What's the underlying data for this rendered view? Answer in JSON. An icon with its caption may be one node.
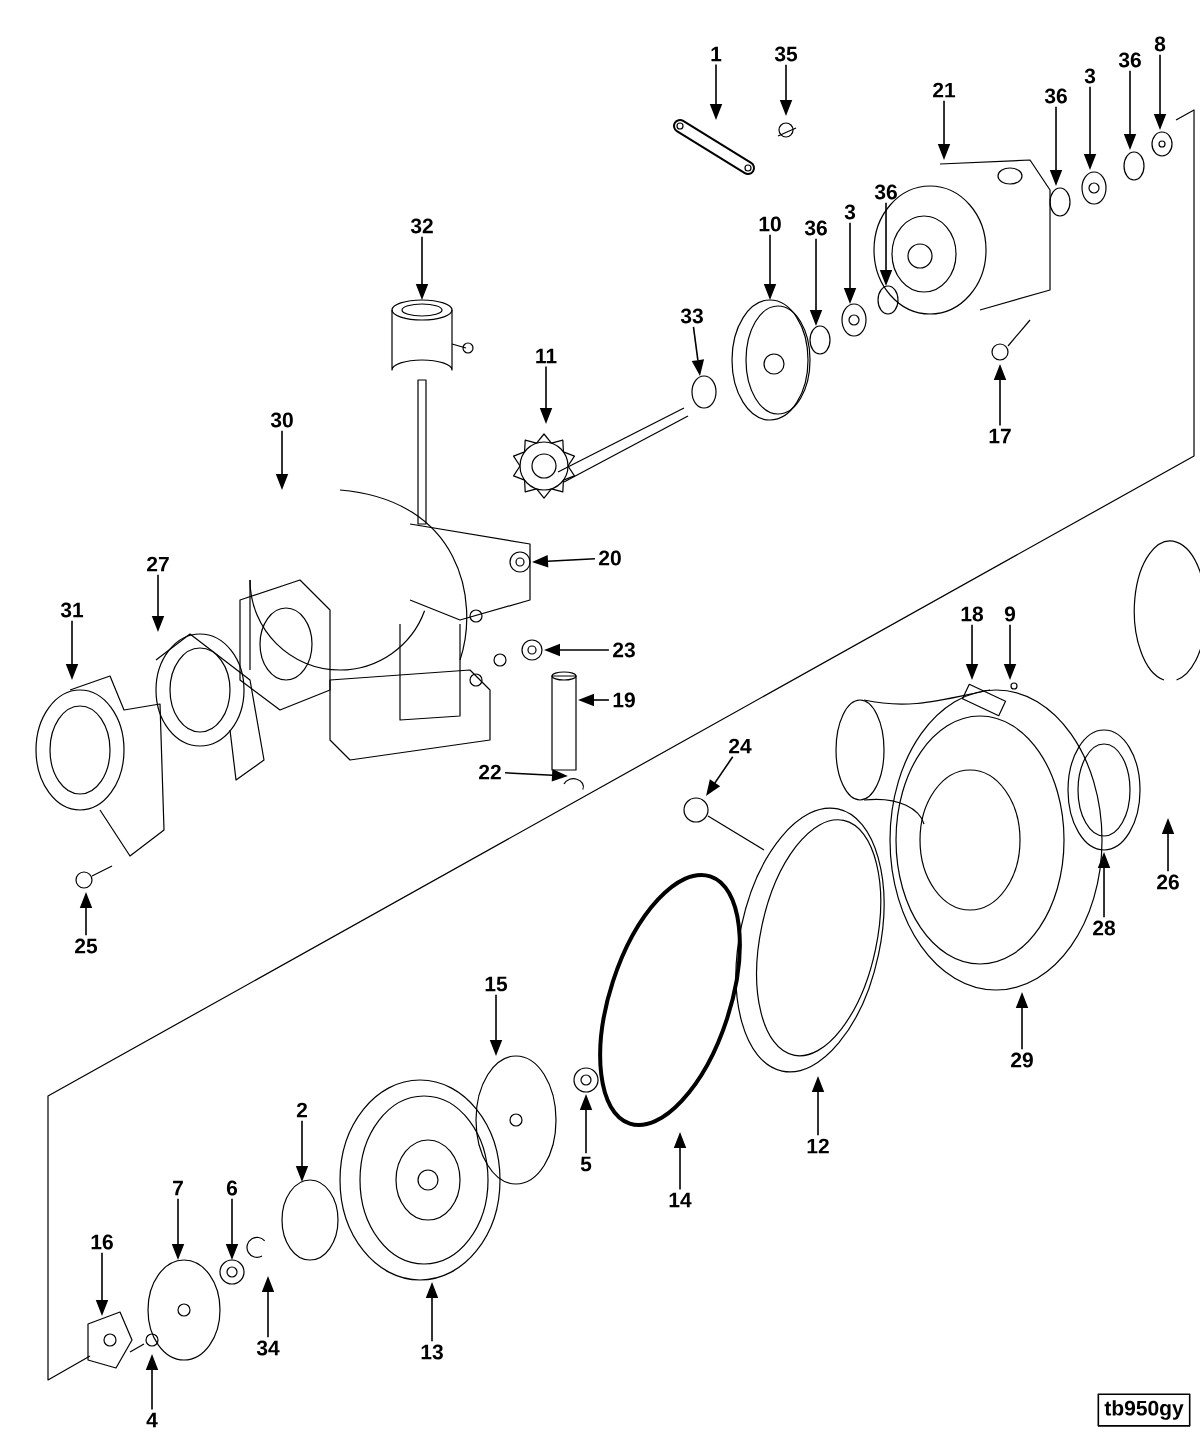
{
  "diagram": {
    "nodes": [
      {
        "text": [
          "1"
        ]
      },
      {
        "text": [
          "35"
        ]
      },
      {
        "text": [
          "21"
        ]
      },
      {
        "text": [
          "36"
        ]
      },
      {
        "text": [
          "3"
        ]
      },
      {
        "text": [
          "36"
        ]
      },
      {
        "text": [
          "8"
        ]
      },
      {
        "text": [
          "10"
        ]
      },
      {
        "text": [
          "36"
        ]
      },
      {
        "text": [
          "3"
        ]
      },
      {
        "text": [
          "36"
        ]
      },
      {
        "text": [
          "33"
        ]
      },
      {
        "text": [
          "17"
        ]
      },
      {
        "text": [
          "32"
        ]
      },
      {
        "text": [
          "11"
        ]
      },
      {
        "text": [
          "30"
        ]
      },
      {
        "text": [
          "20"
        ]
      },
      {
        "text": [
          "31"
        ]
      },
      {
        "text": [
          "27"
        ]
      },
      {
        "text": [
          "23"
        ]
      },
      {
        "text": [
          "19"
        ]
      },
      {
        "text": [
          "22"
        ]
      },
      {
        "text": [
          "25"
        ]
      },
      {
        "text": [
          "18"
        ]
      },
      {
        "text": [
          "9"
        ]
      },
      {
        "text": [
          "24"
        ]
      },
      {
        "text": [
          "28"
        ]
      },
      {
        "text": [
          "26"
        ]
      },
      {
        "text": [
          "29"
        ]
      },
      {
        "text": [
          "15"
        ]
      },
      {
        "text": [
          "5"
        ]
      },
      {
        "text": [
          "12"
        ]
      },
      {
        "text": [
          "14"
        ]
      },
      {
        "text": [
          "2"
        ]
      },
      {
        "text": [
          "7"
        ]
      },
      {
        "text": [
          "6"
        ]
      },
      {
        "text": [
          "16"
        ]
      },
      {
        "text": [
          "34"
        ]
      },
      {
        "text": [
          "13"
        ]
      },
      {
        "text": [
          "4"
        ]
      },
      {
        "text": [
          "tb950gy"
        ]
      }
    ],
    "edges": [
      {
        "from": 0,
        "to": null,
        "arrow": "to"
      },
      {
        "from": 1,
        "to": null,
        "arrow": "to"
      },
      {
        "from": 2,
        "to": null,
        "arrow": "to"
      },
      {
        "from": 3,
        "to": null,
        "arrow": "to"
      },
      {
        "from": 4,
        "to": null,
        "arrow": "to"
      },
      {
        "from": 5,
        "to": null,
        "arrow": "to"
      },
      {
        "from": 6,
        "to": null,
        "arrow": "to"
      },
      {
        "from": 7,
        "to": null,
        "arrow": "to"
      },
      {
        "from": 8,
        "to": null,
        "arrow": "to"
      },
      {
        "from": 9,
        "to": null,
        "arrow": "to"
      },
      {
        "from": 10,
        "to": null,
        "arrow": "to"
      },
      {
        "from": 11,
        "to": null,
        "arrow": "to"
      },
      {
        "from": 12,
        "to": null,
        "arrow": "to"
      },
      {
        "from": 13,
        "to": null,
        "arrow": "to"
      },
      {
        "from": 14,
        "to": null,
        "arrow": "to"
      },
      {
        "from": 15,
        "to": null,
        "arrow": "to"
      },
      {
        "from": 16,
        "to": null,
        "arrow": "to"
      },
      {
        "from": 17,
        "to": null,
        "arrow": "to"
      },
      {
        "from": 18,
        "to": null,
        "arrow": "to"
      },
      {
        "from": 19,
        "to": null,
        "arrow": "to"
      },
      {
        "from": 20,
        "to": null,
        "arrow": "to"
      },
      {
        "from": 21,
        "to": null,
        "arrow": "to"
      },
      {
        "from": 22,
        "to": null,
        "arrow": "to"
      },
      {
        "from": 23,
        "to": null,
        "arrow": "to"
      },
      {
        "from": 24,
        "to": null,
        "arrow": "to"
      },
      {
        "from": 25,
        "to": null,
        "arrow": "to"
      },
      {
        "from": 26,
        "to": null,
        "arrow": "to"
      },
      {
        "from": 27,
        "to": null,
        "arrow": "to"
      },
      {
        "from": 28,
        "to": null,
        "arrow": "to"
      },
      {
        "from": 29,
        "to": null,
        "arrow": "to"
      },
      {
        "from": 30,
        "to": null,
        "arrow": "to"
      },
      {
        "from": 31,
        "to": null,
        "arrow": "to"
      },
      {
        "from": 32,
        "to": null,
        "arrow": "to"
      },
      {
        "from": 33,
        "to": null,
        "arrow": "to"
      },
      {
        "from": 34,
        "to": null,
        "arrow": "to"
      },
      {
        "from": 35,
        "to": null,
        "arrow": "to"
      },
      {
        "from": 36,
        "to": null,
        "arrow": "to"
      },
      {
        "from": 37,
        "to": null,
        "arrow": "to"
      },
      {
        "from": 38,
        "to": null,
        "arrow": "to"
      },
      {
        "from": 39,
        "to": null,
        "arrow": "to"
      }
    ]
  }
}
